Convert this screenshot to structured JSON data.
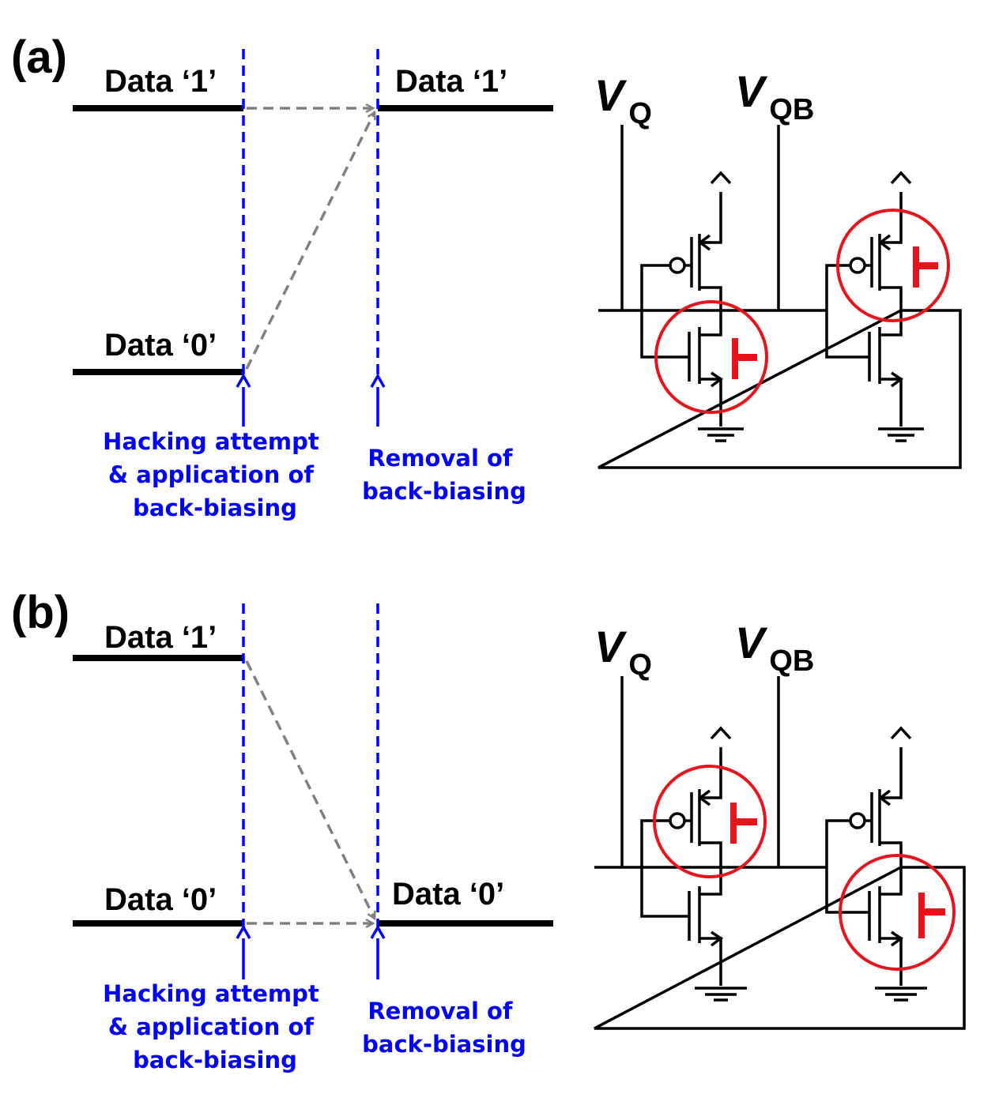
{
  "panels": [
    {
      "id": "a",
      "label": "(a)",
      "initial_high_label": "Data ‘1’",
      "initial_low_label": "Data ‘0’",
      "final_label": "Data ‘1’",
      "attack_event": [
        "Hacking attempt",
        "& application of",
        "back-biasing"
      ],
      "removal_event": [
        "Removal of",
        "back-biasing"
      ],
      "node_q": {
        "main": "V",
        "sub": "Q"
      },
      "node_qb": {
        "main": "V",
        "sub": "QB"
      },
      "back_biased_transistors": [
        "left-nmos",
        "right-pmos"
      ]
    },
    {
      "id": "b",
      "label": "(b)",
      "initial_high_label": "Data ‘1’",
      "initial_low_label": "Data ‘0’",
      "final_label": "Data ‘0’",
      "attack_event": [
        "Hacking attempt",
        "& application of",
        "back-biasing"
      ],
      "removal_event": [
        "Removal of",
        "back-biasing"
      ],
      "node_q": {
        "main": "V",
        "sub": "Q"
      },
      "node_qb": {
        "main": "V",
        "sub": "QB"
      },
      "back_biased_transistors": [
        "left-pmos",
        "right-nmos"
      ]
    }
  ],
  "colors": {
    "level_line": "#000000",
    "event_marker": "#0000ff",
    "transition_arrow": "#808080",
    "highlight": "#e8141c"
  }
}
